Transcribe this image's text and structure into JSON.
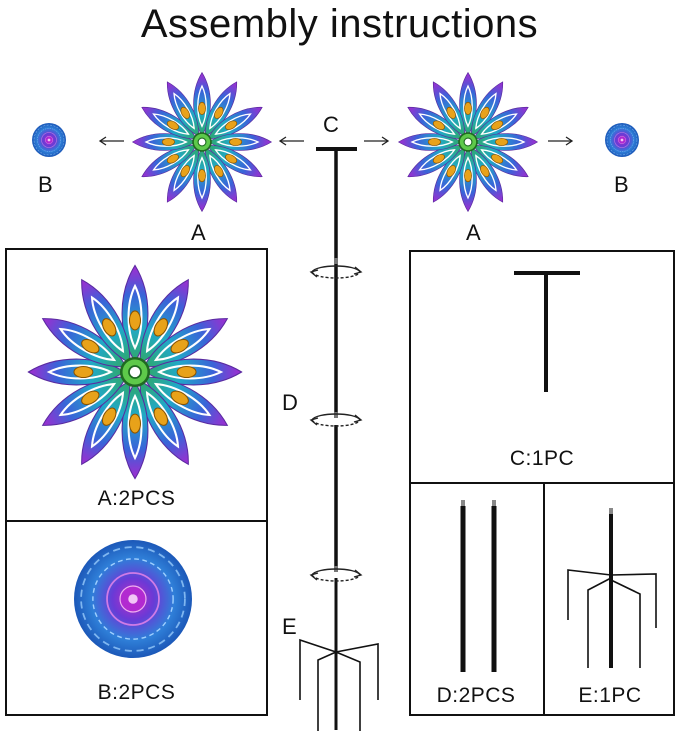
{
  "title": "Assembly instructions",
  "labels": {
    "a": "A",
    "b": "B",
    "c": "C",
    "d": "D",
    "e": "E"
  },
  "captions": {
    "a": "A:2PCS",
    "b": "B:2PCS",
    "c": "C:1PC",
    "d": "D:2PCS",
    "e": "E:1PC"
  },
  "colors": {
    "purple": "#8e2bd6",
    "magenta": "#c230c8",
    "blue": "#2c7fd8",
    "teal": "#1fb7c9",
    "green": "#5ec94a",
    "amber": "#e8a21a",
    "rod": "#111111"
  }
}
